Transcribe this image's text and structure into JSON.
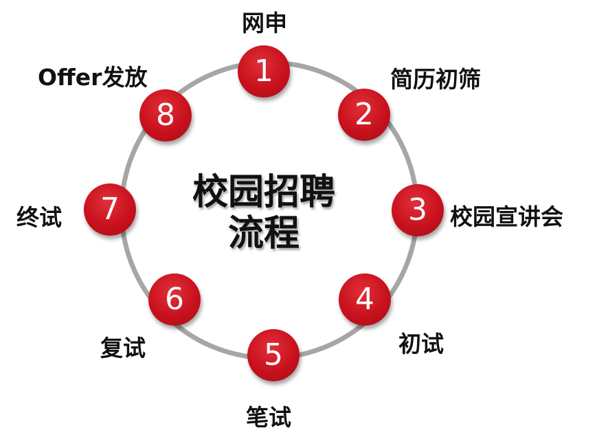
{
  "title": {
    "line1": "校园招聘",
    "line2": "流程"
  },
  "colors": {
    "node_fill": "#c8111d",
    "ring": "#a6a6a6",
    "text": "#111111"
  },
  "steps": [
    {
      "number": "1",
      "label": "网申"
    },
    {
      "number": "2",
      "label": "简历初筛"
    },
    {
      "number": "3",
      "label": "校园宣讲会"
    },
    {
      "number": "4",
      "label": "初试"
    },
    {
      "number": "5",
      "label": "笔试"
    },
    {
      "number": "6",
      "label": "复试"
    },
    {
      "number": "7",
      "label": "终试"
    },
    {
      "number": "8",
      "label": "Offer发放"
    }
  ]
}
